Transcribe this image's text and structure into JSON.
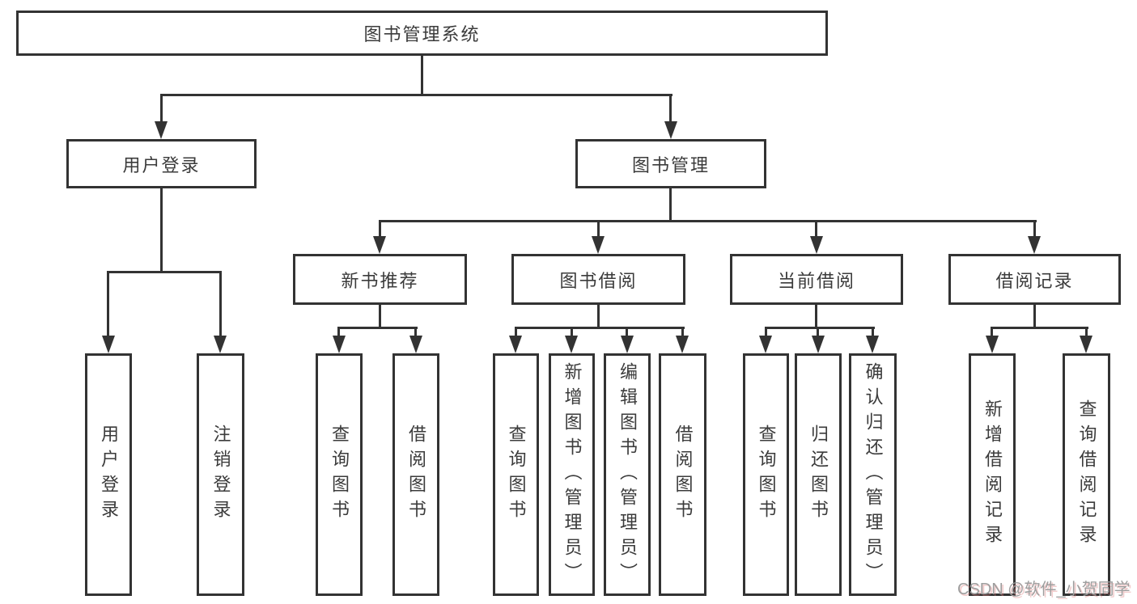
{
  "diagram": {
    "title_node": {
      "label": "图书管理系统"
    },
    "level2": [
      {
        "label": "用户登录"
      },
      {
        "label": "图书管理"
      }
    ],
    "level3": [
      {
        "label": "新书推荐",
        "parent": "图书管理"
      },
      {
        "label": "图书借阅",
        "parent": "图书管理"
      },
      {
        "label": "当前借阅",
        "parent": "图书管理"
      },
      {
        "label": "借阅记录",
        "parent": "图书管理"
      }
    ],
    "leaves": [
      {
        "label": "用户登录",
        "parent": "用户登录"
      },
      {
        "label": "注销登录",
        "parent": "用户登录"
      },
      {
        "label": "查询图书",
        "parent": "新书推荐"
      },
      {
        "label": "借阅图书",
        "parent": "新书推荐"
      },
      {
        "label": "查询图书",
        "parent": "图书借阅"
      },
      {
        "label": "新增图书（管理员）",
        "parent": "图书借阅"
      },
      {
        "label": "编辑图书（管理员）",
        "parent": "图书借阅"
      },
      {
        "label": "借阅图书",
        "parent": "图书借阅"
      },
      {
        "label": "查询图书",
        "parent": "当前借阅"
      },
      {
        "label": "归还图书",
        "parent": "当前借阅"
      },
      {
        "label": "确认归还（管理员）",
        "parent": "当前借阅"
      },
      {
        "label": "新增借阅记录",
        "parent": "借阅记录"
      },
      {
        "label": "查询借阅记录",
        "parent": "借阅记录"
      }
    ]
  },
  "watermark": {
    "text": "CSDN @软件_小贺同学"
  },
  "colors": {
    "line": "#333333",
    "text": "#3b3b3b",
    "watermark": "#9e9e9e",
    "background": "#ffffff"
  }
}
